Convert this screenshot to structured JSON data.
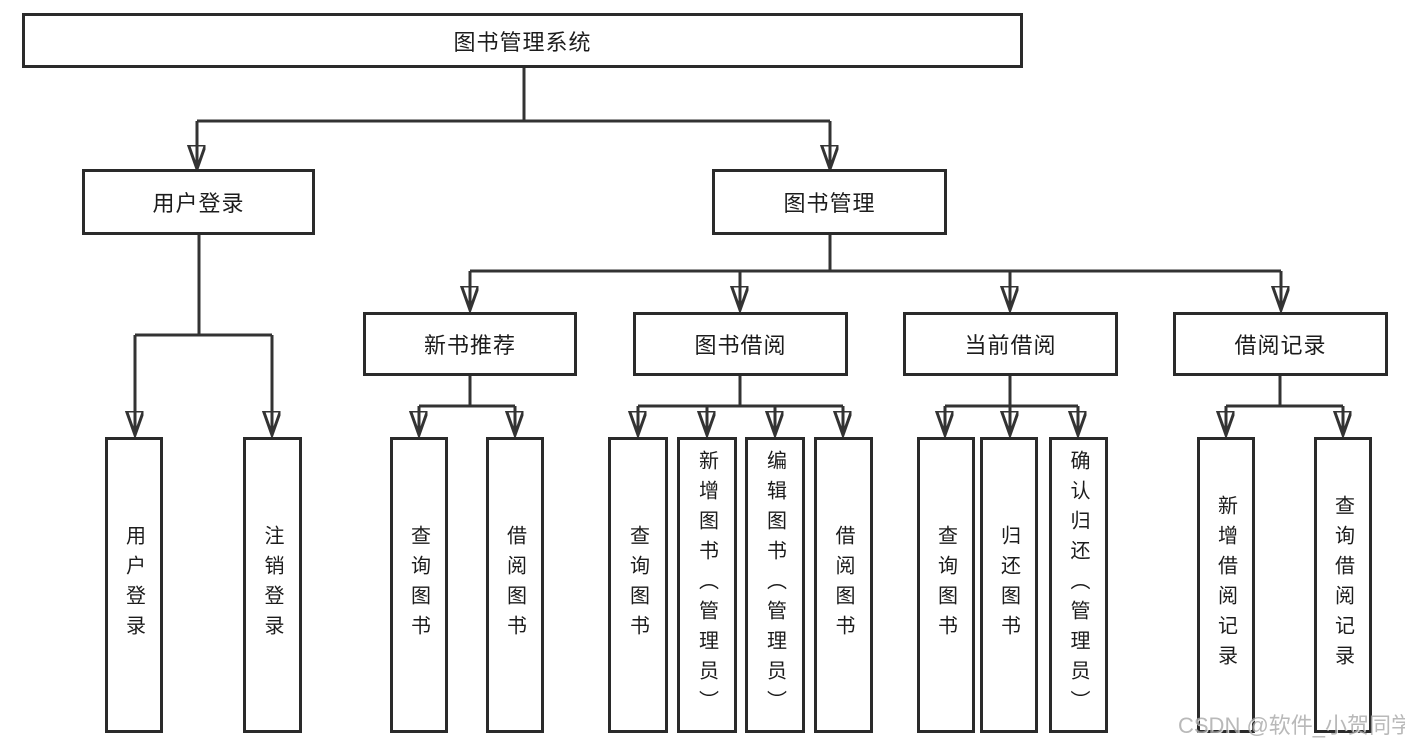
{
  "diagram": {
    "root": {
      "label": "图书管理系统"
    },
    "branches": [
      {
        "label": "用户登录",
        "children": [
          {
            "label": "用户登录"
          },
          {
            "label": "注销登录"
          }
        ]
      },
      {
        "label": "图书管理",
        "children": [
          {
            "label": "新书推荐",
            "children": [
              {
                "label": "查询图书"
              },
              {
                "label": "借阅图书"
              }
            ]
          },
          {
            "label": "图书借阅",
            "children": [
              {
                "label": "查询图书"
              },
              {
                "label": "新增图书（管理员）"
              },
              {
                "label": "编辑图书（管理员）"
              },
              {
                "label": "借阅图书"
              }
            ]
          },
          {
            "label": "当前借阅",
            "children": [
              {
                "label": "查询图书"
              },
              {
                "label": "归还图书"
              },
              {
                "label": "确认归还（管理员）"
              }
            ]
          },
          {
            "label": "借阅记录",
            "children": [
              {
                "label": "新增借阅记录"
              },
              {
                "label": "查询借阅记录"
              }
            ]
          }
        ]
      }
    ]
  },
  "watermark": {
    "text": "CSDN @软件_小贺同学"
  },
  "colors": {
    "line": "#333333",
    "box_border": "#2a2a2a",
    "box_fill": "#ffffff",
    "text": "#1c1c1c",
    "watermark": "#a8a8a8",
    "background": "#ffffff"
  }
}
